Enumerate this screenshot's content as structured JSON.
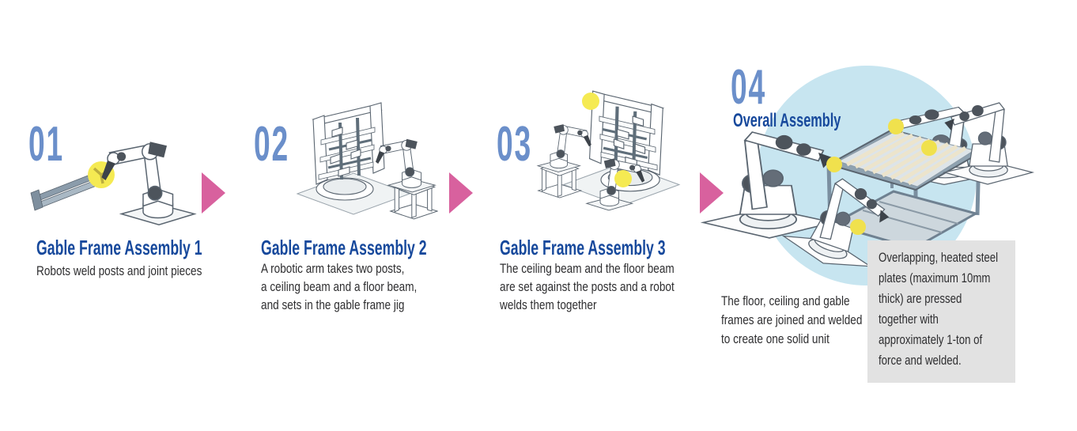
{
  "colors": {
    "step_number_blue": "#6b8fca",
    "title_blue": "#17499c",
    "body_text": "#2e2e30",
    "arrow_pink": "#d8619e",
    "highlight_yellow": "#f5ea52",
    "circle_light_blue": "#c7e5f0",
    "note_box_gray": "#e2e2e2",
    "steel_gray": "#8b9cab"
  },
  "icons": {
    "step_arrow": "pink-right-triangle",
    "weld_highlight": "yellow-circle"
  },
  "illustrations": {
    "step1": "robot-arm-welding-beam",
    "step2": "gable-frame-jig-with-robot-on-pedestal",
    "step3": "gable-frame-jig-with-two-robots",
    "step4": "four-robots-assembling-frame-on-blue-circle"
  },
  "steps": [
    {
      "number": "01",
      "title": "Gable Frame Assembly 1",
      "description": "Robots weld posts and joint pieces"
    },
    {
      "number": "02",
      "title": "Gable Frame Assembly 2",
      "description": "A robotic arm takes two posts,\na ceiling beam and a floor beam,\nand sets in the gable frame jig"
    },
    {
      "number": "03",
      "title": "Gable Frame Assembly 3",
      "description": "The ceiling beam and the floor beam\nare set against the posts and a robot\nwelds them together"
    },
    {
      "number": "04",
      "title": "Overall Assembly",
      "description": "The floor, ceiling and gable\nframes are joined and welded\nto create one solid unit",
      "note": "Overlapping, heated steel\nplates (maximum 10mm\nthick) are pressed\ntogether with\napproximately 1-ton of\nforce and welded."
    }
  ]
}
